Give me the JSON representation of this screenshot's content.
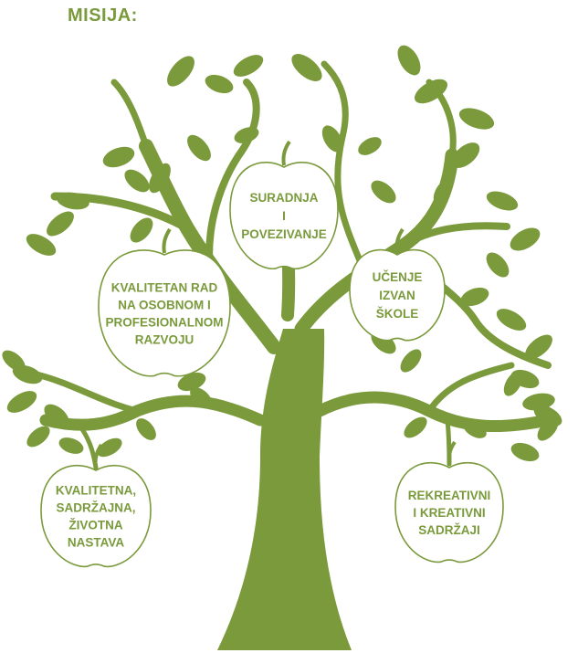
{
  "title": "MISIJA:",
  "colors": {
    "primary": "#7a9a3c",
    "apple_fill": "#ffffff"
  },
  "apples": [
    {
      "id": "suradnja",
      "lines": [
        "SURADNJA",
        "I",
        "POVEZIVANJE"
      ]
    },
    {
      "id": "kvalitetan-rad",
      "lines": [
        "KVALITETAN RAD",
        "NA OSOBNOM I",
        "PROFESIONALNOM",
        "RAZVOJU"
      ]
    },
    {
      "id": "ucenje",
      "lines": [
        "UČENJE",
        "IZVAN",
        "ŠKOLE"
      ]
    },
    {
      "id": "kvalitetna-nastava",
      "lines": [
        "KVALITETNA,",
        "SADRŽAJNA,",
        "ŽIVOTNA",
        "NASTAVA"
      ]
    },
    {
      "id": "rekreativni",
      "lines": [
        "REKREATIVNI",
        "I KREATIVNI",
        "SADRŽAJI"
      ]
    }
  ]
}
